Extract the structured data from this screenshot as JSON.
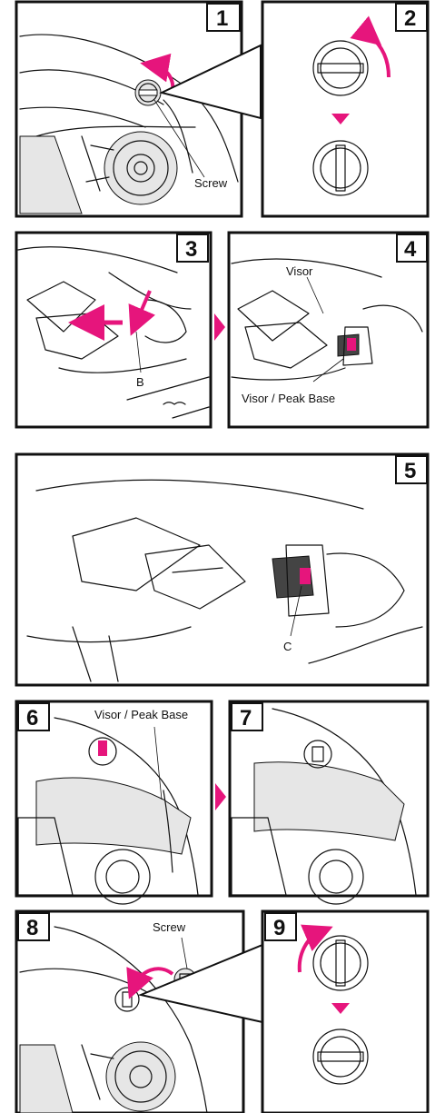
{
  "steps": [
    {
      "number": "1",
      "label": "Screw"
    },
    {
      "number": "2"
    },
    {
      "number": "3",
      "label": "B"
    },
    {
      "number": "4",
      "label_top": "Visor",
      "label_bottom": "Visor / Peak Base"
    },
    {
      "number": "5",
      "label": "C"
    },
    {
      "number": "6",
      "label": "Visor / Peak Base"
    },
    {
      "number": "7"
    },
    {
      "number": "8",
      "label": "Screw"
    },
    {
      "number": "9"
    }
  ],
  "colors": {
    "accent": "#e6157c",
    "line": "#111111",
    "shade": "#cfcfcf"
  }
}
